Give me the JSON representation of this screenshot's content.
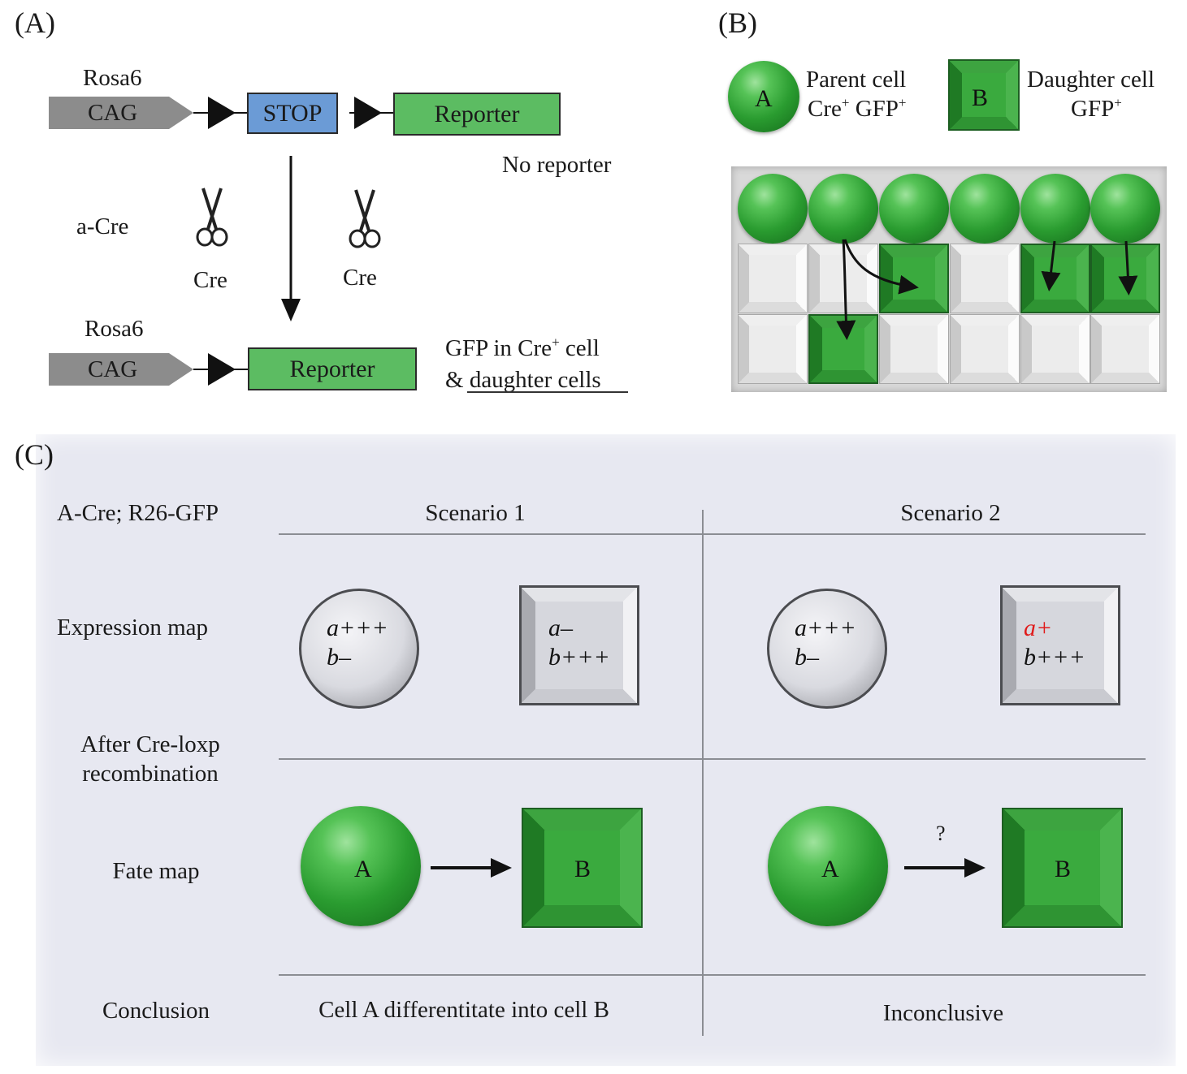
{
  "panelA": {
    "label": "(A)",
    "top_construct": {
      "locus": "Rosa6",
      "promoter": "CAG",
      "stop": "STOP",
      "reporter": "Reporter",
      "note": "No reporter"
    },
    "side_label": "a-Cre",
    "cre_left": "Cre",
    "cre_right": "Cre",
    "bottom_construct": {
      "locus": "Rosa6",
      "promoter": "CAG",
      "reporter": "Reporter",
      "note_line1_pre": "GFP in Cre",
      "note_line1_sup": "+",
      "note_line1_post": " cell",
      "note_line2_pre": "& ",
      "note_line2_underline": "daughter cells"
    }
  },
  "panelB": {
    "label": "(B)",
    "legend_parent": {
      "letter": "A",
      "line1": "Parent cell",
      "line2_a": "Cre",
      "sup_a": "+",
      "line2_b": " GFP",
      "sup_b": "+"
    },
    "legend_daughter": {
      "letter": "B",
      "line1": "Daughter cell",
      "line2": "GFP",
      "sup": "+"
    }
  },
  "panelC": {
    "label": "(C)",
    "header_left": "A-Cre; R26-GFP",
    "scenario1": "Scenario 1",
    "scenario2": "Scenario 2",
    "row_expression": "Expression map",
    "row_after_line1": "After Cre-loxp",
    "row_after_line2": "recombination",
    "row_fate": "Fate map",
    "row_conclusion": "Conclusion",
    "s1_circle": {
      "a": "a+++",
      "b": "b–"
    },
    "s1_square": {
      "a": "a–",
      "b": "b+++"
    },
    "s2_circle": {
      "a": "a+++",
      "b": "b–"
    },
    "s2_square": {
      "a": "a+",
      "b": "b+++"
    },
    "highlight_color": "#e01b1b",
    "fate_a": "A",
    "fate_b": "B",
    "question": "?",
    "conclusion1": "Cell A differentitate into cell B",
    "conclusion2": "Inconclusive"
  }
}
